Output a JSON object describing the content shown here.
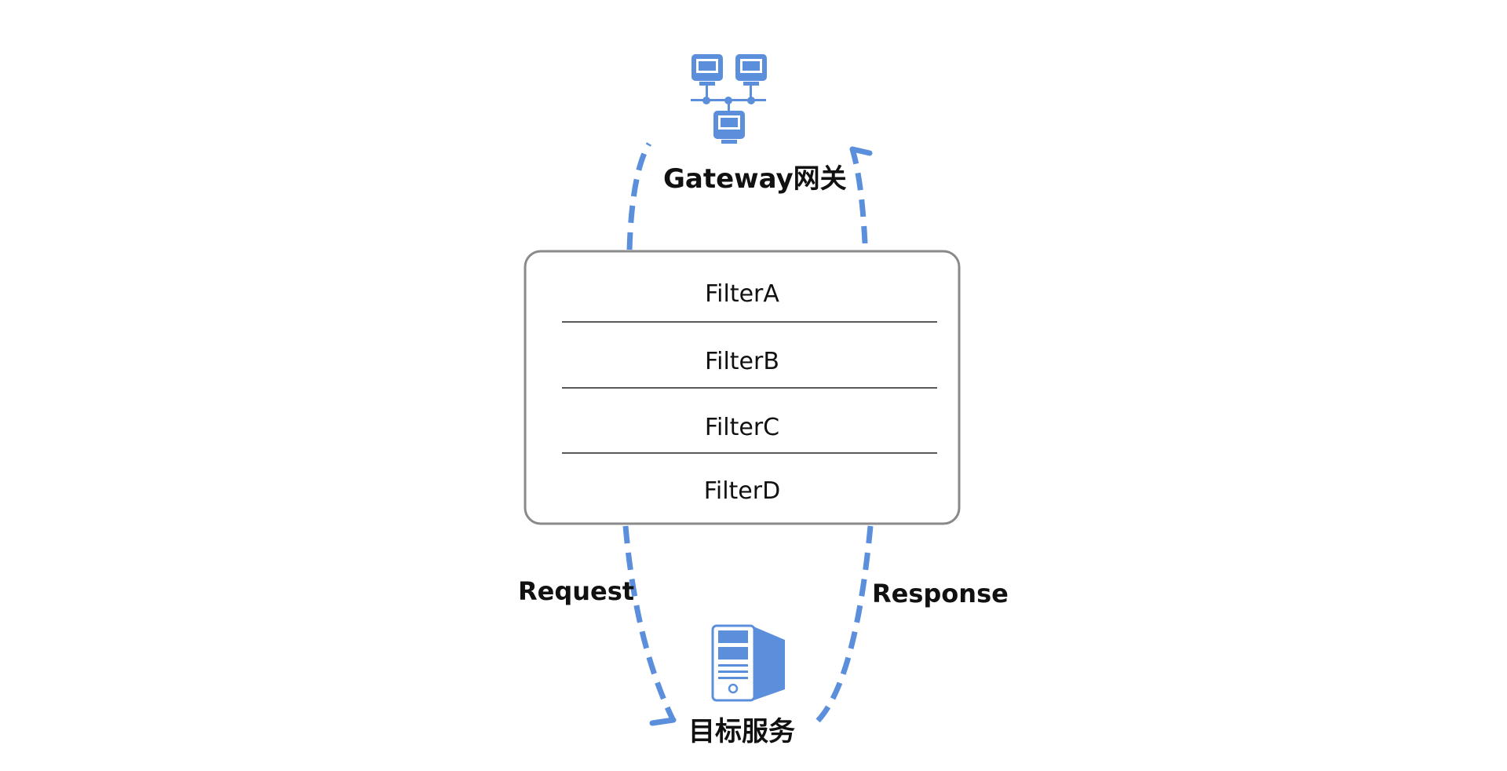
{
  "gateway": {
    "label": "Gateway网关",
    "icon": "network-icon"
  },
  "filters": [
    {
      "label": "FilterA"
    },
    {
      "label": "FilterB"
    },
    {
      "label": "FilterC"
    },
    {
      "label": "FilterD"
    }
  ],
  "request_label": "Request",
  "response_label": "Response",
  "target": {
    "label": "目标服务",
    "icon": "server-icon"
  },
  "colors": {
    "accent": "#5b8fdc",
    "box_border": "#8a8a8a",
    "text": "#111111"
  }
}
